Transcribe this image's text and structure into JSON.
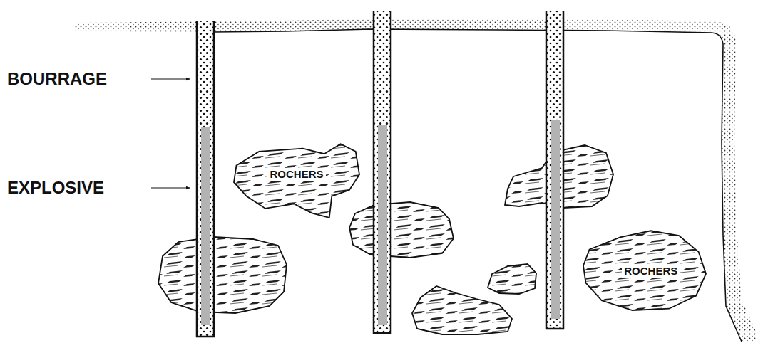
{
  "diagram": {
    "nodes": [
      {
        "text": [
          "ROCHERS"
        ]
      },
      {
        "text": [
          "ROCHERS"
        ]
      }
    ],
    "labels": [
      "BOURRAGE",
      "EXPLOSIVE"
    ]
  }
}
